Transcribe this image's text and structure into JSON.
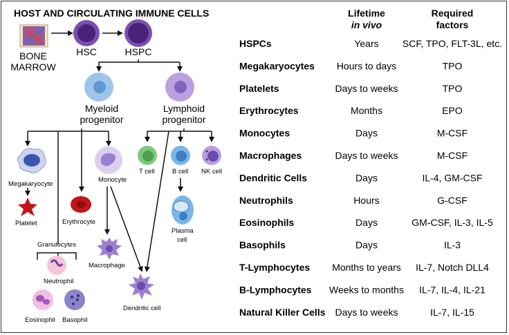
{
  "title": "HOST AND CIRCULATING IMMUNE CELLS",
  "diagram": {
    "bone_marrow_line1": "BONE",
    "bone_marrow_line2": "MARROW",
    "hsc": "HSC",
    "hspc": "HSPC",
    "myeloid_line1": "Myeloid",
    "myeloid_line2": "progenitor",
    "lymphoid_line1": "Lymphoid",
    "lymphoid_line2": "progenitor",
    "megakaryocyte": "Megakaryocyte",
    "platelet": "Platelet",
    "erythrocyte": "Erythrocyte",
    "monocyte": "Monocyte",
    "macrophage": "Macrophage",
    "granulocytes": "Granulocytes",
    "neutrophil": "Neutrophil",
    "eosinophil": "Eosinophil",
    "basophil": "Basophil",
    "dendritic_cell": "Dendritic cell",
    "t_cell": "T cell",
    "b_cell": "B cell",
    "nk_cell": "NK cell",
    "plasma_line1": "Plasma",
    "plasma_line2": "cell"
  },
  "table": {
    "header_lifetime_line1": "Lifetime",
    "header_lifetime_line2": "in vivo",
    "header_factors_line1": "Required",
    "header_factors_line2": "factors",
    "rows": [
      {
        "cell": "HSPCs",
        "lifetime": "Years",
        "factors": "SCF, TPO, FLT-3L, etc."
      },
      {
        "cell": "Megakaryocytes",
        "lifetime": "Hours to days",
        "factors": "TPO"
      },
      {
        "cell": "Platelets",
        "lifetime": "Days to weeks",
        "factors": "TPO"
      },
      {
        "cell": "Erythrocytes",
        "lifetime": "Months",
        "factors": "EPO"
      },
      {
        "cell": "Monocytes",
        "lifetime": "Days",
        "factors": "M-CSF"
      },
      {
        "cell": "Macrophages",
        "lifetime": "Days to weeks",
        "factors": "M-CSF"
      },
      {
        "cell": "Dendritic Cells",
        "lifetime": "Days",
        "factors": "IL-4, GM-CSF"
      },
      {
        "cell": "Neutrophils",
        "lifetime": "Hours",
        "factors": "G-CSF"
      },
      {
        "cell": "Eosinophils",
        "lifetime": "Days",
        "factors": "GM-CSF, IL-3, IL-5"
      },
      {
        "cell": "Basophils",
        "lifetime": "Days",
        "factors": "IL-3"
      },
      {
        "cell": "T-Lymphocytes",
        "lifetime": "Months to years",
        "factors": "IL-7, Notch DLL4"
      },
      {
        "cell": "B-Lymphocytes",
        "lifetime": "Weeks to months",
        "factors": "IL-7, IL-4, IL-21"
      },
      {
        "cell": "Natural Killer Cells",
        "lifetime": "Days to weeks",
        "factors": "IL-7, IL-15"
      }
    ]
  },
  "colors": {
    "stem_outer": "#6a3d9a",
    "stem_inner": "#4a2276",
    "myeloid": "#9ec4ea",
    "lymphoid": "#b9a1e0",
    "t_cell": "#7fc97f",
    "b_cell": "#7ab6e6",
    "red": "#c0161c",
    "purple_cell": "#9b7fd1"
  }
}
